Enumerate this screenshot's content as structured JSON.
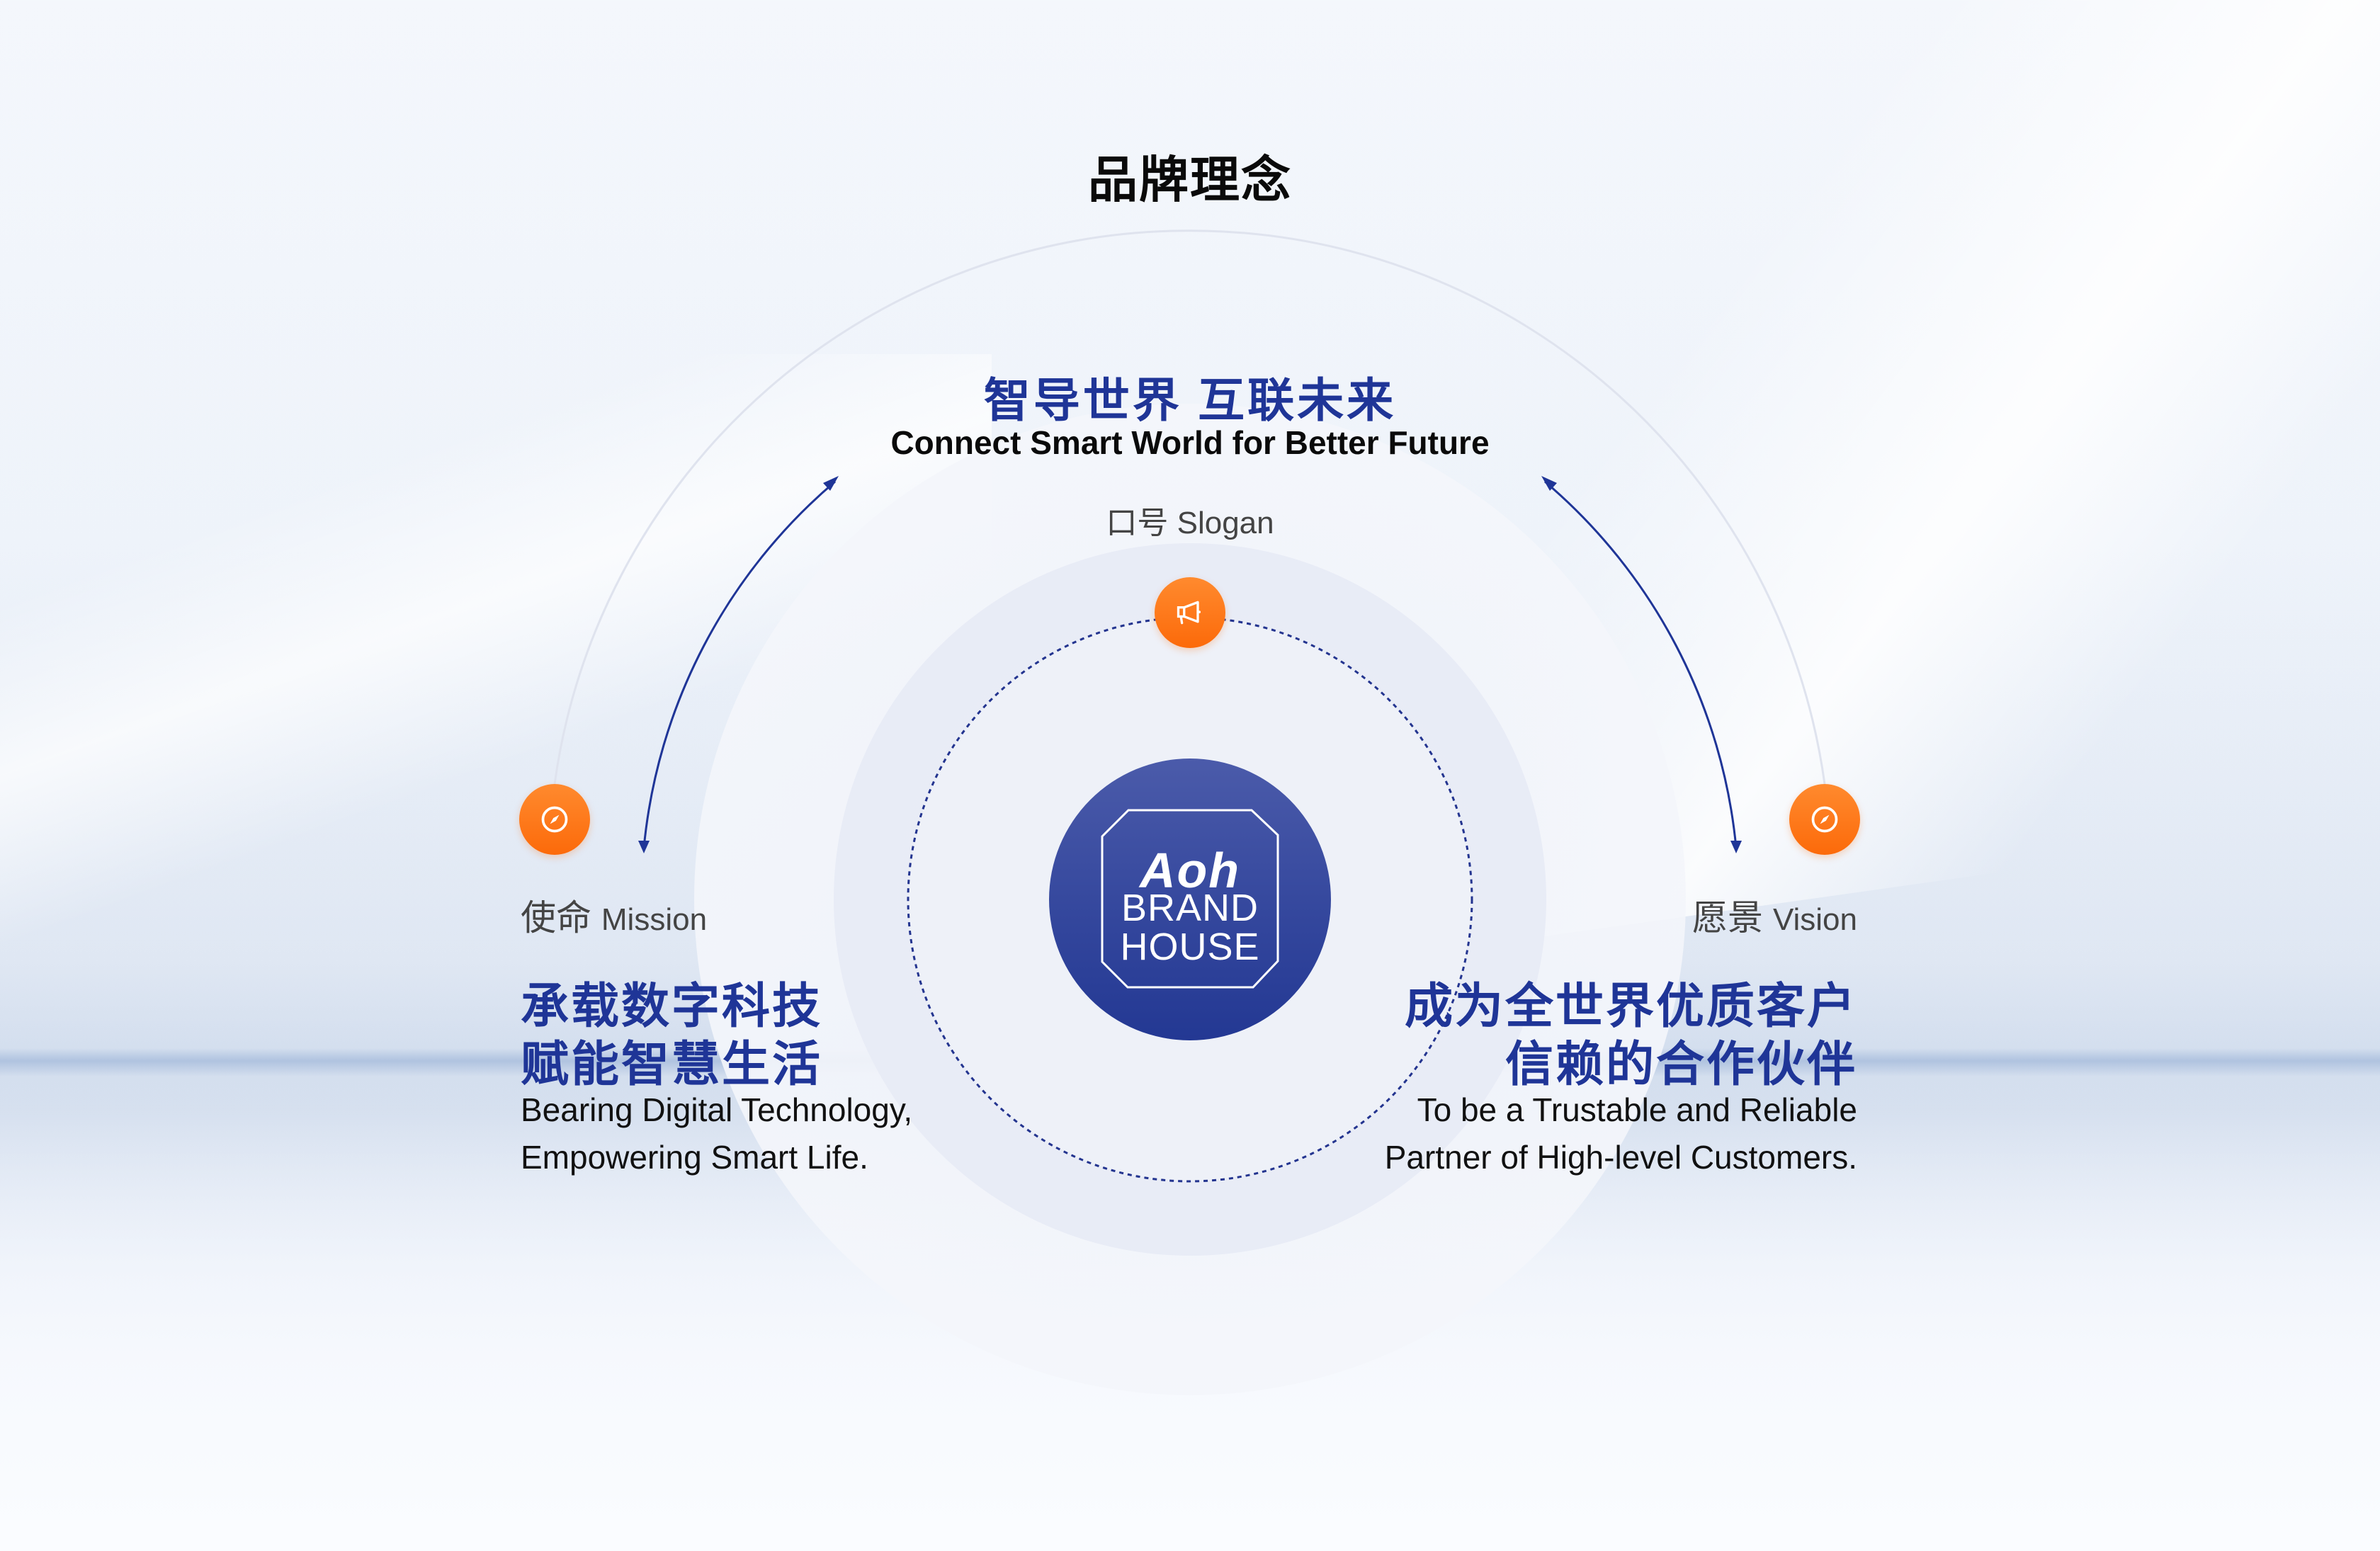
{
  "page": {
    "title": "品牌理念"
  },
  "colors": {
    "brand_blue": "#1f3597",
    "accent_orange": "#fc6a0a",
    "text_dark": "#0a0a0a",
    "label_gray": "#444444"
  },
  "slogan": {
    "cn": "智导世界 互联未来",
    "en": "Connect Smart World for Better Future",
    "label_cn": "口号",
    "label_en": "Slogan",
    "icon": "megaphone-icon"
  },
  "logo": {
    "wordmark": "Aoh",
    "line1": "BRAND",
    "line2": "HOUSE"
  },
  "mission": {
    "label_cn": "使命",
    "label_en": "Mission",
    "icon": "compass-icon",
    "cn_lines": [
      "承载数字科技",
      "赋能智慧生活"
    ],
    "en_lines": [
      "Bearing Digital Technology,",
      "Empowering Smart Life."
    ]
  },
  "vision": {
    "label_cn": "愿景",
    "label_en": "Vision",
    "icon": "compass-icon",
    "cn_lines": [
      "成为全世界优质客户",
      "信赖的合作伙伴"
    ],
    "en_lines": [
      "To be a Trustable and Reliable",
      "Partner of High-level Customers."
    ]
  }
}
